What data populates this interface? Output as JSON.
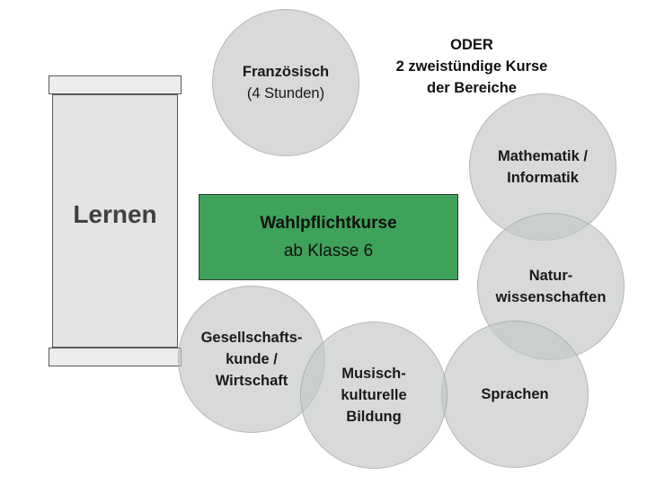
{
  "pillar": {
    "label": "Lernen"
  },
  "center": {
    "title": "Wahlpflichtkurse",
    "subtitle": "ab Klasse 6"
  },
  "oder": {
    "line1": "ODER",
    "line2": "2 zweistündige Kurse",
    "line3": "der Bereiche"
  },
  "circles": {
    "franzoesisch": {
      "line1": "Französisch",
      "line2": "(4 Stunden)"
    },
    "mathematik": {
      "line1": "Mathematik /",
      "line2": "Informatik"
    },
    "natur": {
      "line1": "Natur-",
      "line2": "wissenschaften"
    },
    "sprachen": {
      "line1": "Sprachen"
    },
    "musisch": {
      "line1": "Musisch-",
      "line2": "kulturelle",
      "line3": "Bildung"
    },
    "gesellschaft": {
      "line1": "Gesellschafts-",
      "line2": "kunde /",
      "line3": "Wirtschaft"
    }
  },
  "colors": {
    "center_fill": "#3ea25a",
    "circle_fill": "#c4c9c6",
    "pillar_fill": "#e3e3e3"
  }
}
